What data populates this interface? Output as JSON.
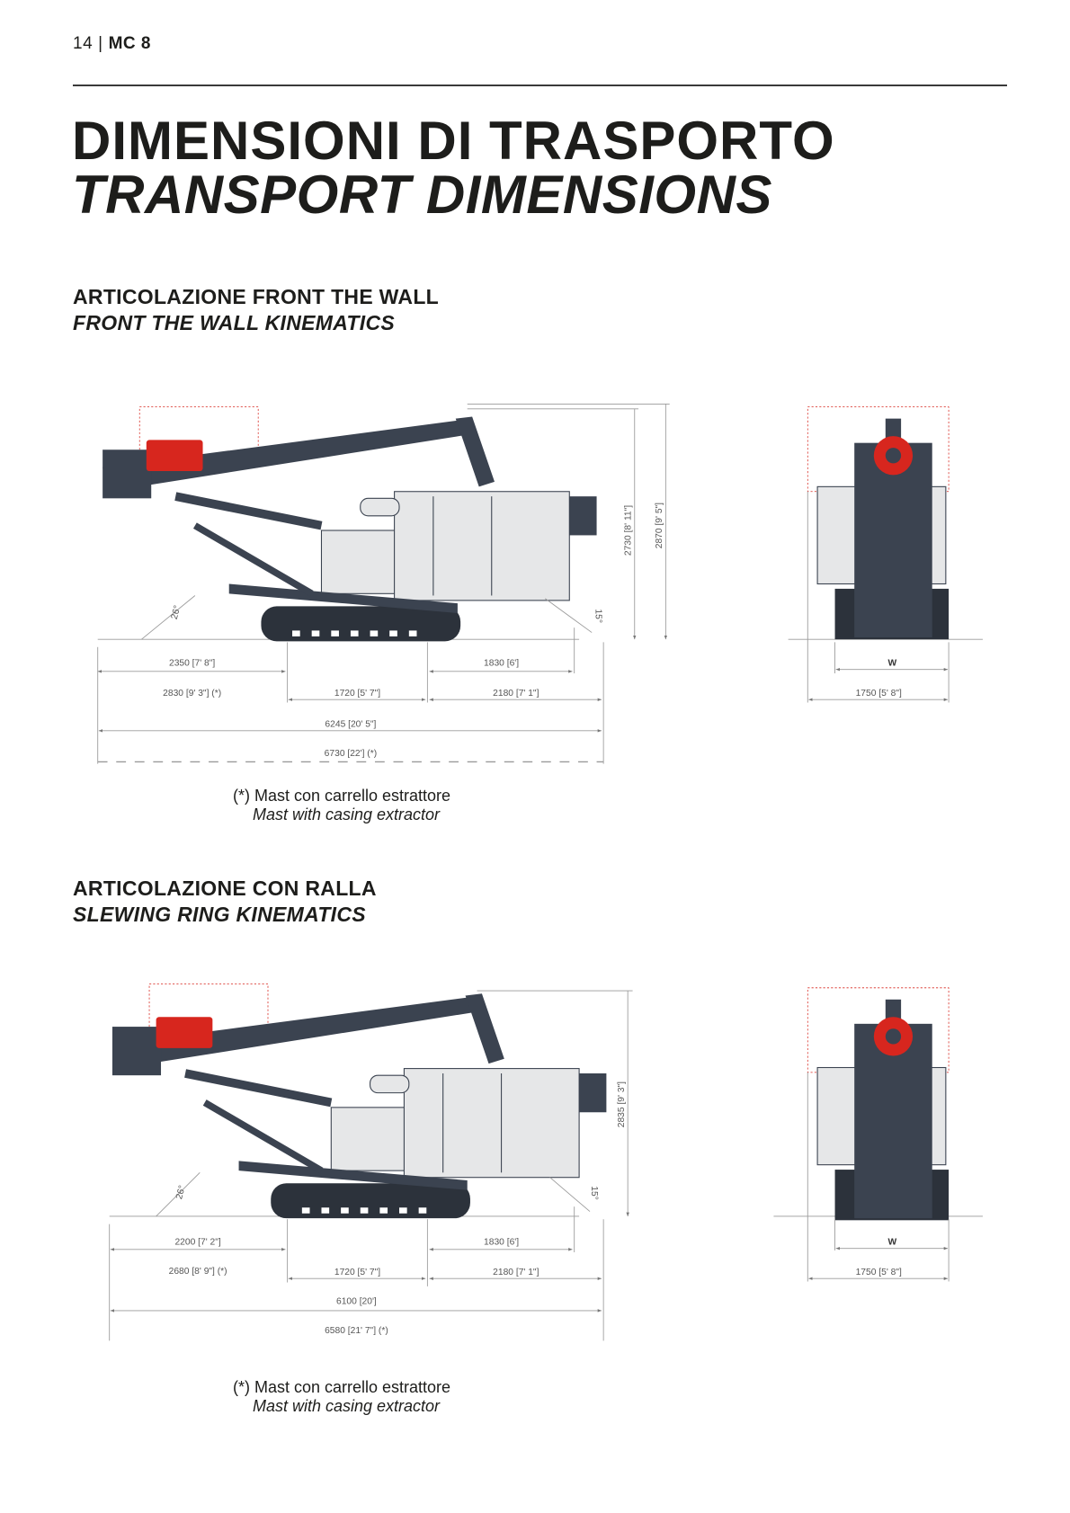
{
  "header": {
    "page_number": "14",
    "separator": "|",
    "model": "MC 8"
  },
  "title": {
    "it": "DIMENSIONI DI TRASPORTO",
    "en": "TRANSPORT DIMENSIONS"
  },
  "sections": [
    {
      "heading_it": "ARTICOLAZIONE FRONT THE WALL",
      "heading_en": "FRONT THE WALL KINEMATICS",
      "side": {
        "height_1": "2730 [8' 11\"]",
        "height_2": "2870 [9' 5\"]",
        "angle_front": "26°",
        "angle_rear": "15°",
        "front_overhang": "2350 [7' 8\"]",
        "front_overhang_ext": "2830 [9' 3\"] (*)",
        "track_center": "1720 [5' 7\"]",
        "rear_1": "1830 [6']",
        "rear_2": "2180 [7' 1\"]",
        "total": "6245 [20' 5\"]",
        "total_ext": "6730 [22'] (*)"
      },
      "front": {
        "width_label": "W",
        "width": "1750 [5' 8\"]"
      },
      "note_it": "(*) Mast con carrello estrattore",
      "note_en": "Mast with casing extractor"
    },
    {
      "heading_it": "ARTICOLAZIONE CON RALLA",
      "heading_en": "SLEWING RING KINEMATICS",
      "side": {
        "height_1": "2835 [9' 3\"]",
        "angle_front": "26°",
        "angle_rear": "15°",
        "front_overhang": "2200 [7' 2\"]",
        "front_overhang_ext": "2680 [8' 9\"] (*)",
        "track_center": "1720 [5' 7\"]",
        "rear_1": "1830 [6']",
        "rear_2": "2180 [7' 1\"]",
        "total": "6100 [20']",
        "total_ext": "6580 [21' 7\"] (*)"
      },
      "front": {
        "width_label": "W",
        "width": "1750 [5' 8\"]"
      },
      "note_it": "(*) Mast con carrello estrattore",
      "note_en": "Mast with casing extractor"
    }
  ],
  "colors": {
    "accent": "#d7261e",
    "machine": "#3b4350",
    "body": "#e6e7e8"
  }
}
